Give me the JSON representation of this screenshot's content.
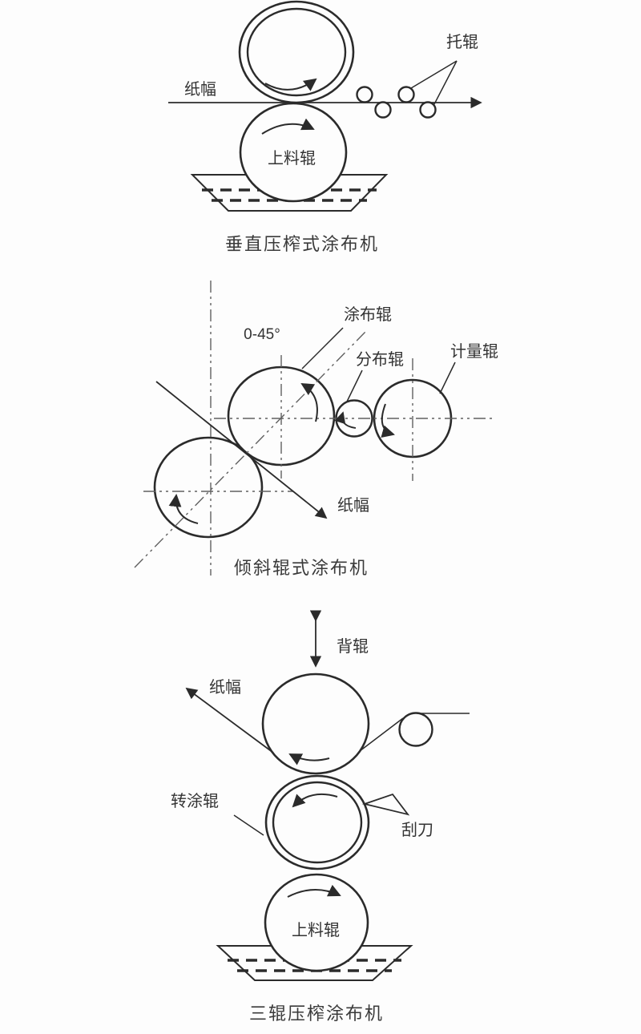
{
  "page": {
    "background": "#fdfdfd",
    "line_color": "#2b2b2b",
    "centerline_color": "#606060",
    "text_color": "#333333"
  },
  "diagram1": {
    "caption": "垂直压榨式涂布机",
    "labels": {
      "paper_web": "纸幅",
      "support_roller": "托辊",
      "feed_roller": "上料辊"
    }
  },
  "diagram2": {
    "caption": "倾斜辊式涂布机",
    "labels": {
      "angle_range": "0-45°",
      "coating_roller": "涂布辊",
      "distribution_roller": "分布辊",
      "metering_roller": "计量辊",
      "paper_web": "纸幅"
    }
  },
  "diagram3": {
    "caption": "三辊压榨涂布机",
    "labels": {
      "backing_roller": "背辊",
      "paper_web": "纸幅",
      "transfer_coating_roller": "转涂辊",
      "doctor_blade": "刮刀",
      "feed_roller": "上料辊"
    }
  }
}
